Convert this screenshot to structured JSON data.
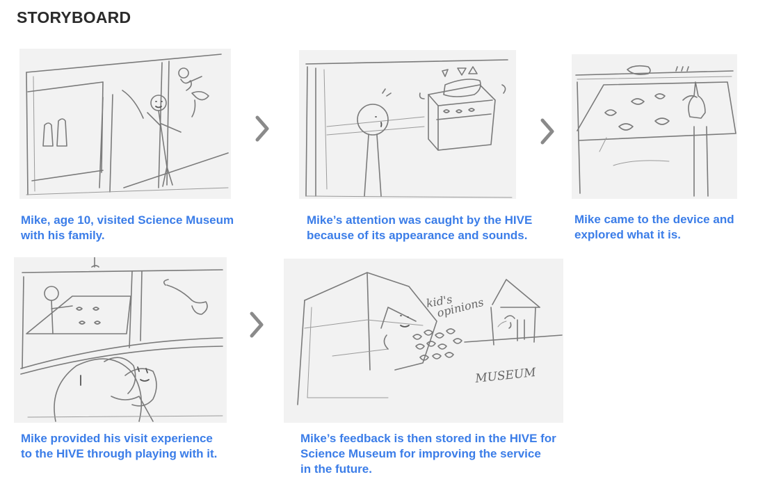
{
  "header": {
    "title": "STORYBOARD"
  },
  "panels": [
    {
      "caption_lines": [
        "Mike, age 10, visited Science Museum",
        "with his family."
      ]
    },
    {
      "caption_lines": [
        "Mike’s attention was caught by the HIVE",
        "because of its appearance and sounds."
      ]
    },
    {
      "caption_lines": [
        "Mike came to the device and",
        "explored what it is."
      ]
    },
    {
      "caption_lines": [
        "Mike provided his visit experience",
        "to the HIVE through playing with it."
      ]
    },
    {
      "caption_lines": [
        "Mike’s feedback is then stored in the HIVE for",
        "Science Museum for improving the service",
        "in the future."
      ],
      "sketch_text": [
        "kid's",
        "opinions",
        "MUSEUM"
      ]
    }
  ],
  "icons": {
    "arrow": "chevron-right-icon"
  },
  "colors": {
    "caption": "#3b7de8",
    "title": "#2b2b2b",
    "sketch_bg": "#f2f2f2",
    "arrow": "#8a8a8a"
  }
}
